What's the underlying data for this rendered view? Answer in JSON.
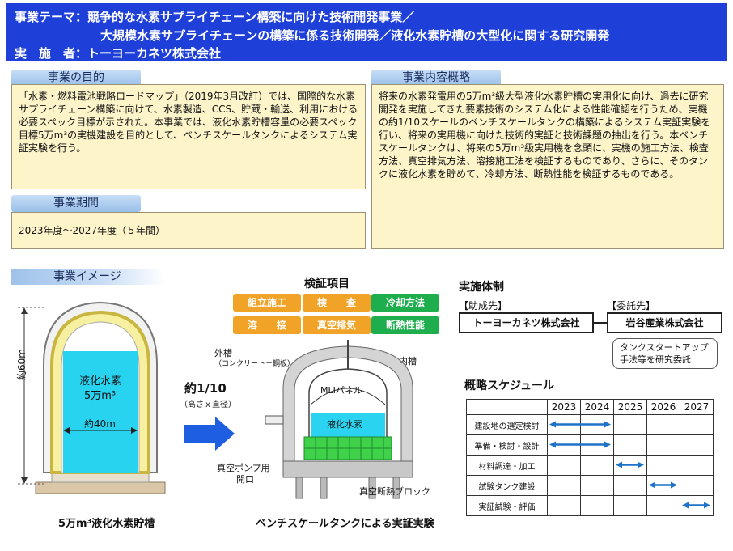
{
  "header": {
    "line1": "事業テーマ：競争的な水素サプライチェーン構築に向けた技術開発事業／",
    "line2": "大規模水素サプライチェーンの構築に係る技術開発／液化水素貯槽の大型化に関する研究開発",
    "line3": "実　施　者：トーヨーカネツ株式会社"
  },
  "purpose": {
    "title": "事業の目的",
    "body": "「水素・燃料電池戦略ロードマップ」（2019年3月改訂）では、国際的な水素サプライチェーン構築に向けて、水素製造、CCS、貯蔵・輸送、利用における必要スペック目標が示された。本事業では、液化水素貯槽容量の必要スペック目標5万m³の実機建設を目的として、ベンチスケールタンクによるシステム実証実験を行う。"
  },
  "period": {
    "title": "事業期間",
    "body": "2023年度～2027年度（５年間）"
  },
  "overview": {
    "title": "事業内容概略",
    "body": "将来の水素発電用の5万m³級大型液化水素貯槽の実用化に向け、過去に研究開発を実施してきた要素技術のシステム化による性能確認を行うため、実機の約1/10スケールのベンチスケールタンクの構築によるシステム実証実験を行い、将来の実用機に向けた技術的実証と技術課題の抽出を行う。本ベンチスケールタンクは、将来の5万m³級実用機を念頭に、実機の施工方法、検査方法、真空排気方法、溶接施工法を検証するものであり、さらに、そのタンクに液化水素を貯めて、冷却方法、断熱性能を検証するものである。"
  },
  "image_section": {
    "title": "事業イメージ",
    "big_tank": {
      "height_label": "約60m",
      "content": "液化水素",
      "volume": "5万m³",
      "width_label": "約40m",
      "caption": "5万m³液化水素貯槽"
    },
    "scale": {
      "ratio": "約1/10",
      "note": "（高さｘ直径）"
    },
    "bench": {
      "outer_tank": "外槽",
      "outer_note": "（コンクリート＋鋼板）",
      "inner_tank": "内槽",
      "mli": "MLIパネル",
      "content": "液化水素",
      "vacuum_port": "真空ポンプ用",
      "vacuum_port2": "開口",
      "insulation_block": "真空断熱ブロック",
      "caption": "ベンチスケールタンクによる実証実験"
    }
  },
  "verification": {
    "title": "検証項目",
    "items": [
      {
        "label": "組立施工",
        "color": "#f0a326"
      },
      {
        "label": "検　　査",
        "color": "#f0a326"
      },
      {
        "label": "冷却方法",
        "color": "#1fae4e"
      },
      {
        "label": "溶　　接",
        "color": "#f0a326"
      },
      {
        "label": "真空排気",
        "color": "#f0a326"
      },
      {
        "label": "断熱性能",
        "color": "#1fae4e"
      }
    ]
  },
  "implementation": {
    "title": "実施体制",
    "grant_label": "【助成先】",
    "grantee": "トーヨーカネツ株式会社",
    "consign_label": "【委託先】",
    "consignee": "岩谷産業株式会社",
    "consign_note1": "タンクスタートアップ",
    "consign_note2": "手法等を研究委託"
  },
  "schedule": {
    "title": "概略スケジュール",
    "years": [
      "2023",
      "2024",
      "2025",
      "2026",
      "2027"
    ],
    "tasks": [
      {
        "name": "建設地の選定検討",
        "start": 0,
        "end": 2
      },
      {
        "name": "準備・検討・設計",
        "start": 0,
        "end": 2
      },
      {
        "name": "材料調達・加工",
        "start": 2,
        "end": 3
      },
      {
        "name": "試験タンク建設",
        "start": 3,
        "end": 4
      },
      {
        "name": "実証試験・評価",
        "start": 4,
        "end": 5
      }
    ]
  }
}
